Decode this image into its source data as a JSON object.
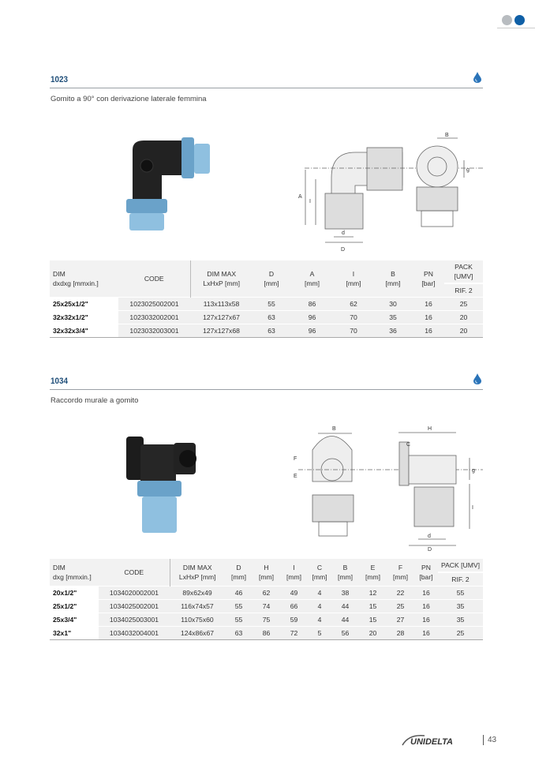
{
  "colors": {
    "accent": "#1f4e79",
    "dot_grey": "#b8bcc0",
    "dot_blue": "#0f5fa6",
    "nut_blue": "#7fb3d6"
  },
  "sections": [
    {
      "code": "1023",
      "description": "Gomito a 90° con derivazione laterale femmina",
      "diagram_labels": [
        "A",
        "I",
        "d",
        "D",
        "B",
        "g"
      ],
      "headers": [
        [
          "DIM",
          "dxdxg [mmxin.]"
        ],
        [
          "CODE"
        ],
        [
          "DIM MAX",
          "LxHxP [mm]"
        ],
        [
          "D",
          "[mm]"
        ],
        [
          "A",
          "[mm]"
        ],
        [
          "I",
          "[mm]"
        ],
        [
          "B",
          "[mm]"
        ],
        [
          "PN",
          "[bar]"
        ],
        [
          "PACK [UMV]",
          "RIF. 2"
        ]
      ],
      "rows": [
        [
          "25x25x1/2\"",
          "1023025002001",
          "113x113x58",
          "55",
          "86",
          "62",
          "30",
          "16",
          "25"
        ],
        [
          "32x32x1/2\"",
          "1023032002001",
          "127x127x67",
          "63",
          "96",
          "70",
          "35",
          "16",
          "20"
        ],
        [
          "32x32x3/4\"",
          "1023032003001",
          "127x127x68",
          "63",
          "96",
          "70",
          "36",
          "16",
          "20"
        ]
      ]
    },
    {
      "code": "1034",
      "description": "Raccordo murale a gomito",
      "diagram_labels": [
        "B",
        "F",
        "E",
        "H",
        "C",
        "g",
        "I",
        "d",
        "D"
      ],
      "headers": [
        [
          "DIM",
          "dxg [mmxin.]"
        ],
        [
          "CODE"
        ],
        [
          "DIM MAX",
          "LxHxP [mm]"
        ],
        [
          "D",
          "[mm]"
        ],
        [
          "H",
          "[mm]"
        ],
        [
          "I",
          "[mm]"
        ],
        [
          "C",
          "[mm]"
        ],
        [
          "B",
          "[mm]"
        ],
        [
          "E",
          "[mm]"
        ],
        [
          "F",
          "[mm]"
        ],
        [
          "PN",
          "[bar]"
        ],
        [
          "PACK [UMV]",
          "RIF. 2"
        ]
      ],
      "rows": [
        [
          "20x1/2\"",
          "1034020002001",
          "89x62x49",
          "46",
          "62",
          "49",
          "4",
          "38",
          "12",
          "22",
          "16",
          "55"
        ],
        [
          "25x1/2\"",
          "1034025002001",
          "116x74x57",
          "55",
          "74",
          "66",
          "4",
          "44",
          "15",
          "25",
          "16",
          "35"
        ],
        [
          "25x3/4\"",
          "1034025003001",
          "110x75x60",
          "55",
          "75",
          "59",
          "4",
          "44",
          "15",
          "27",
          "16",
          "35"
        ],
        [
          "32x1\"",
          "1034032004001",
          "124x86x67",
          "63",
          "86",
          "72",
          "5",
          "56",
          "20",
          "28",
          "16",
          "25"
        ]
      ]
    }
  ],
  "footer": {
    "brand": "UNIDELTA",
    "page_number": "43"
  }
}
